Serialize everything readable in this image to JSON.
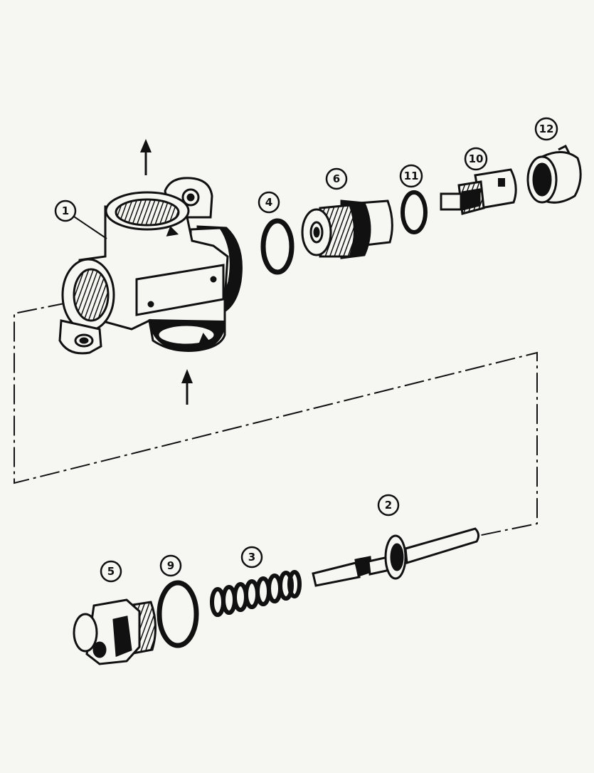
{
  "diagram": {
    "type": "exploded-parts-view",
    "ink_color": "#111111",
    "paper_color": "#f6f6f3",
    "callouts": [
      {
        "id": "1",
        "label": "1"
      },
      {
        "id": "2",
        "label": "2"
      },
      {
        "id": "3",
        "label": "3"
      },
      {
        "id": "4",
        "label": "4"
      },
      {
        "id": "5",
        "label": "5"
      },
      {
        "id": "6",
        "label": "6"
      },
      {
        "id": "9",
        "label": "9"
      },
      {
        "id": "10",
        "label": "10"
      },
      {
        "id": "11",
        "label": "11"
      },
      {
        "id": "12",
        "label": "12"
      }
    ],
    "flow_arrows": [
      "up",
      "up"
    ]
  }
}
